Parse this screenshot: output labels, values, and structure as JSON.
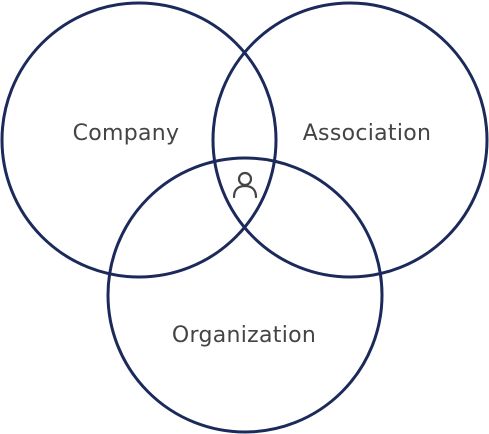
{
  "diagram": {
    "type": "venn",
    "sets": [
      {
        "id": "company",
        "label": "Company"
      },
      {
        "id": "association",
        "label": "Association"
      },
      {
        "id": "organization",
        "label": "Organization"
      }
    ],
    "center_icon": "person-icon"
  },
  "colors": {
    "outline": "#1b2a5a",
    "label_text": "#444444",
    "background": "#ffffff"
  }
}
